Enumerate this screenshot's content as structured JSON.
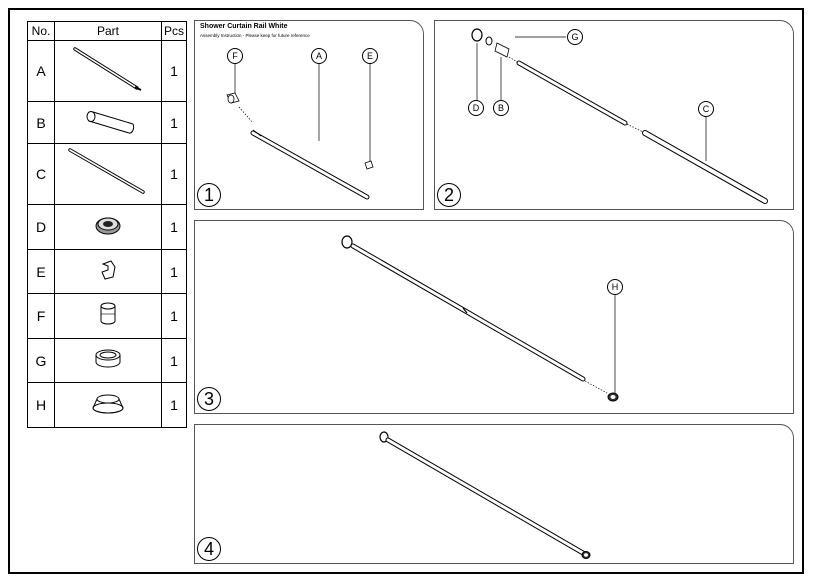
{
  "table": {
    "headers": {
      "no": "No.",
      "part": "Part",
      "pcs": "Pcs"
    },
    "rows": [
      {
        "no": "A",
        "pcs": "1",
        "icon": "rod-with-pin-icon"
      },
      {
        "no": "B",
        "pcs": "1",
        "icon": "sleeve-tube-icon"
      },
      {
        "no": "C",
        "pcs": "1",
        "icon": "long-rod-icon"
      },
      {
        "no": "D",
        "pcs": "1",
        "icon": "end-cap-ring-icon"
      },
      {
        "no": "E",
        "pcs": "1",
        "icon": "clip-icon"
      },
      {
        "no": "F",
        "pcs": "1",
        "icon": "small-cap-icon"
      },
      {
        "no": "G",
        "pcs": "1",
        "icon": "ring-icon"
      },
      {
        "no": "H",
        "pcs": "1",
        "icon": "wall-mount-cap-icon"
      }
    ]
  },
  "steps": [
    {
      "number": "1",
      "title": "Shower Curtain Rail White",
      "subtitle": "Assembly Instruction - Please keep for future reference",
      "labels": [
        "F",
        "A",
        "E"
      ]
    },
    {
      "number": "2",
      "labels": [
        "G",
        "D",
        "B",
        "C"
      ]
    },
    {
      "number": "3",
      "labels": [
        "H"
      ]
    },
    {
      "number": "4"
    }
  ]
}
